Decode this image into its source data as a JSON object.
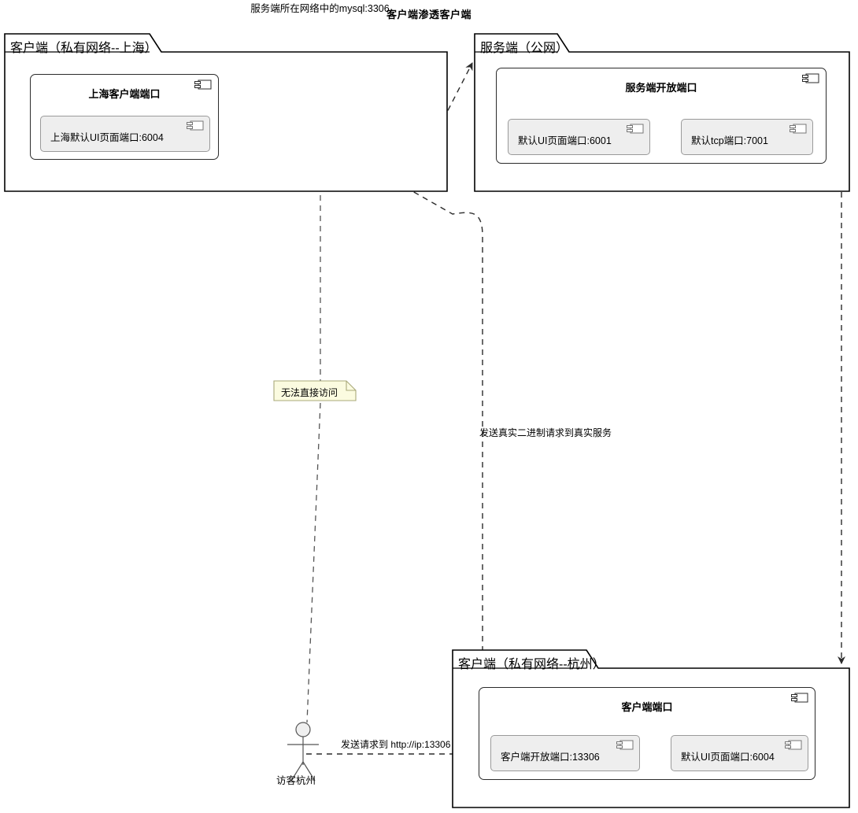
{
  "diagram": {
    "title": "客户端渗透客户端",
    "type": "uml-deployment-diagram"
  },
  "packages": [
    {
      "id": "client-shanghai",
      "label": "客户端（私有网络--上海）",
      "component": {
        "id": "shanghai-client-port",
        "title": "上海客户端端口",
        "icon": "component-icon",
        "ports": [
          {
            "id": "shanghai-ui-port",
            "label": "上海默认UI页面端口:6004",
            "icon": "component-icon"
          }
        ]
      }
    },
    {
      "id": "server-public",
      "label": "服务端（公网）",
      "component": {
        "id": "server-open-port",
        "title": "服务端开放端口",
        "icon": "component-icon",
        "ports": [
          {
            "id": "server-ui-port",
            "label": "默认UI页面端口:6001",
            "icon": "component-icon"
          },
          {
            "id": "server-tcp-port",
            "label": "默认tcp端口:7001",
            "icon": "component-icon"
          }
        ]
      }
    },
    {
      "id": "client-hangzhou",
      "label": "客户端（私有网络--杭州）",
      "component": {
        "id": "client-port",
        "title": "客户端端口",
        "icon": "component-icon",
        "ports": [
          {
            "id": "client-open-port",
            "label": "客户端开放端口:13306",
            "icon": "component-icon"
          },
          {
            "id": "hangzhou-ui-port",
            "label": "默认UI页面端口:6004",
            "icon": "component-icon"
          }
        ]
      }
    }
  ],
  "database": {
    "id": "mysql-node",
    "label": "服务端所在网络中的mysql:3306"
  },
  "note": {
    "id": "no-direct-access-note",
    "text": "无法直接访问"
  },
  "actor": {
    "id": "visitor-hangzhou",
    "label": "访客杭州"
  },
  "edges": [
    {
      "id": "edge-visitor-to-client-port",
      "label": "发送请求到 http://ip:13306"
    },
    {
      "id": "edge-binary-request",
      "label": "发送真实二进制请求到真实服务"
    },
    {
      "id": "edge-mysql-to-visitor",
      "label": ""
    },
    {
      "id": "edge-client-to-server",
      "label": ""
    },
    {
      "id": "edge-hangzhou-to-mysql",
      "label": ""
    },
    {
      "id": "edge-server-to-hangzhou",
      "label": ""
    }
  ],
  "colors": {
    "line": "#2b2b2b",
    "port_fill": "#eeeeee",
    "port_stroke": "#9a9a9a",
    "note_fill": "#fbfbe0",
    "note_stroke": "#a9a97a",
    "db_fill": "#efefef",
    "background": "#ffffff"
  }
}
